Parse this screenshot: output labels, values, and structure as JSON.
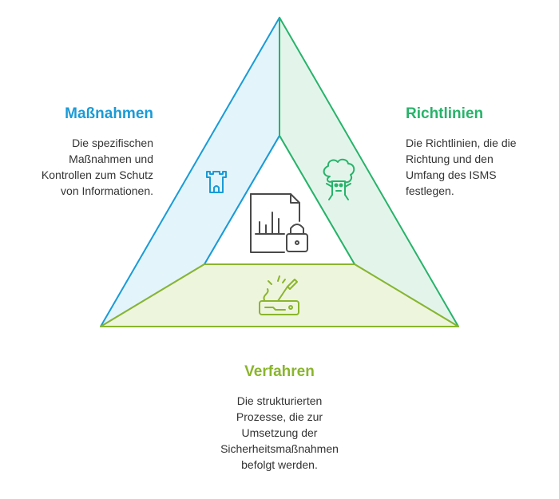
{
  "colors": {
    "left": "#1a9bd7",
    "right": "#27b36a",
    "bottom": "#8ab52d",
    "left_fill": "#e3f4fb",
    "right_fill": "#e3f5ea",
    "bottom_fill": "#eef5dd",
    "icon_gray": "#4a4a4a"
  },
  "left": {
    "title": "Maßnahmen",
    "description": "Die spezifischen Maßnahmen und Kontrollen zum Schutz von Informationen.",
    "lines": [
      "Die spezifischen",
      "Maßnahmen und",
      "Kontrollen zum Schutz",
      "von Informationen."
    ],
    "icon": "castle-tower-icon"
  },
  "right": {
    "title": "Richtlinien",
    "description": "Die Richtlinien, die die Richtung und den Umfang des ISMS festlegen.",
    "lines": [
      "Die Richtlinien, die die",
      "Richtung und den",
      "Umfang des ISMS",
      "festlegen."
    ],
    "icon": "tree-monster-icon"
  },
  "bottom": {
    "title": "Verfahren",
    "description": "Die strukturierten Prozesse, die zur Umsetzung der Sicherheitsmaßnahmen befolgt werden.",
    "lines": [
      "Die strukturierten",
      "Prozesse, die zur",
      "Umsetzung der",
      "Sicherheitsmaßnahmen",
      "befolgt werden."
    ],
    "icon": "woodworking-tool-icon"
  },
  "center": {
    "icon": "secure-document-chart-icon"
  }
}
